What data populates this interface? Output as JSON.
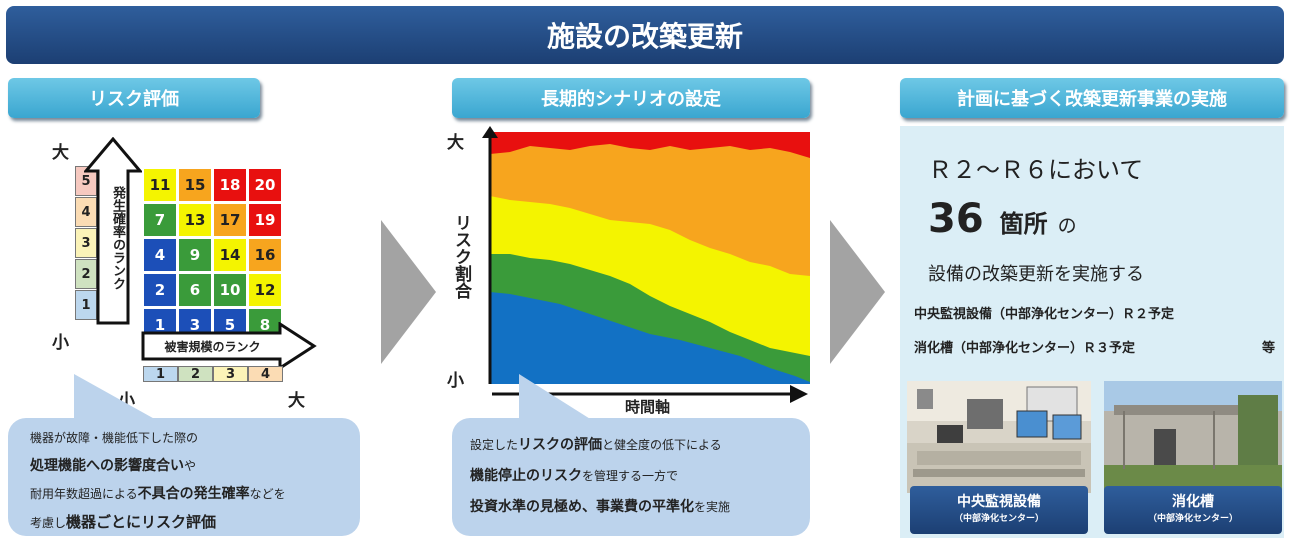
{
  "banner": {
    "title": "施設の改築更新"
  },
  "section1": {
    "header": "リスク評価",
    "big_label": "大",
    "small_label": "小",
    "prob_axis_label": "発生確率のランク",
    "damage_axis_label": "被害規模のランク",
    "x_small": "小",
    "x_big": "大",
    "prob_ranks": [
      "5",
      "4",
      "3",
      "2",
      "1"
    ],
    "damage_ranks": [
      "1",
      "2",
      "3",
      "4"
    ],
    "matrix": [
      [
        "11",
        "15",
        "18",
        "20"
      ],
      [
        "7",
        "13",
        "17",
        "19"
      ],
      [
        "4",
        "9",
        "14",
        "16"
      ],
      [
        "2",
        "6",
        "10",
        "12"
      ],
      [
        "1",
        "3",
        "5",
        "8"
      ]
    ],
    "bubble": {
      "l1": "機器が故障・機能低下した際の",
      "l2_bold": "処理機能への影響度合い",
      "l2_rest": "や",
      "l3_a": "耐用年数超過による",
      "l3_bold": "不具合の発生確率",
      "l3_rest": "などを",
      "l4_a": "考慮し",
      "l4_bold": "機器ごとにリスク評価"
    }
  },
  "section2": {
    "header": "長期的シナリオの設定",
    "y_top": "大",
    "y_label": "リスク割合",
    "y_bottom": "小",
    "x_label": "時間軸",
    "bubble": {
      "l1_a": "設定した",
      "l1_bold": "リスクの評価",
      "l1_rest": "と健全度の低下による",
      "l2_bold": "機能停止のリスク",
      "l2_rest": "を管理する一方で",
      "l3_bold": "投資水準の見極め、事業費の平準化",
      "l3_rest": "を実施"
    }
  },
  "section3": {
    "header": "計画に基づく改築更新事業の実施",
    "period": "Ｒ２～Ｒ６において",
    "count": "36",
    "count_unit": "箇所",
    "count_suffix": "の",
    "desc": "設備の改築更新を実施する",
    "item1": "中央監視設備（中部浄化センター）Ｒ２予定",
    "item2": "消化槽（中部浄化センター）Ｒ３予定",
    "etc": "等",
    "photo1_title": "中央監視設備",
    "photo1_sub": "（中部浄化センター）",
    "photo2_title": "消化槽",
    "photo2_sub": "（中部浄化センター）"
  },
  "colors": {
    "red": "#e8100f",
    "orange": "#f7a51e",
    "yellow": "#f4f400",
    "green": "#3a9b3a",
    "blue": "#1c4fb8",
    "chart_blue": "#1271c4"
  }
}
